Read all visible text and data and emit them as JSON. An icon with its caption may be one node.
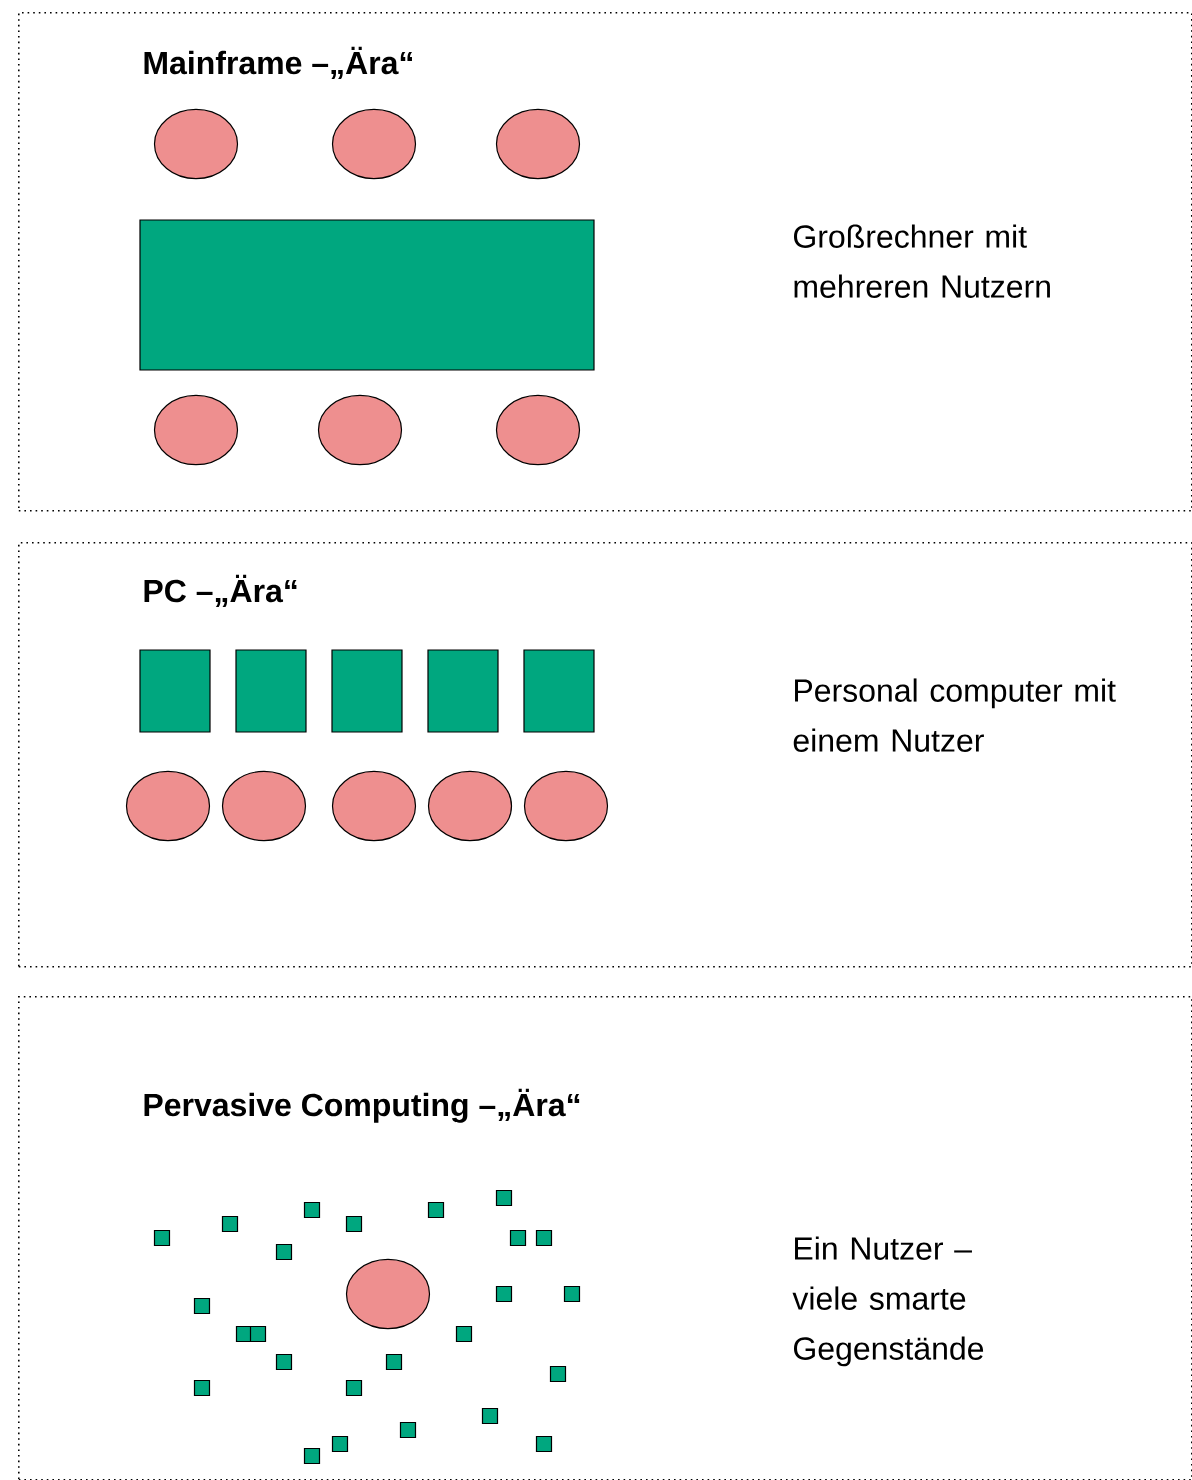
{
  "diagram": {
    "nodes": [
      {
        "text": [
          "Mainframe –„Ära“",
          "Großrechner mit mehreren Nutzern"
        ]
      },
      {
        "text": [],
        "shape": "circle",
        "in": 0
      },
      {
        "text": [],
        "shape": "circle",
        "in": 0
      },
      {
        "text": [],
        "shape": "circle",
        "in": 0
      },
      {
        "text": [],
        "shape": "box",
        "in": 0
      },
      {
        "text": [],
        "shape": "circle",
        "in": 0
      },
      {
        "text": [],
        "shape": "circle",
        "in": 0
      },
      {
        "text": [],
        "shape": "circle",
        "in": 0
      },
      {
        "text": [
          "PC –„Ära“",
          "Personal computer mit einem Nutzer"
        ]
      },
      {
        "text": [],
        "shape": "box",
        "in": 8
      },
      {
        "text": [],
        "shape": "box",
        "in": 8
      },
      {
        "text": [],
        "shape": "box",
        "in": 8
      },
      {
        "text": [],
        "shape": "box",
        "in": 8
      },
      {
        "text": [],
        "shape": "box",
        "in": 8
      },
      {
        "text": [],
        "shape": "circle",
        "in": 8
      },
      {
        "text": [],
        "shape": "circle",
        "in": 8
      },
      {
        "text": [],
        "shape": "circle",
        "in": 8
      },
      {
        "text": [],
        "shape": "circle",
        "in": 8
      },
      {
        "text": [],
        "shape": "circle",
        "in": 8
      },
      {
        "text": [
          "Pervasive Computing –„Ära“",
          "Ein Nutzer – viele smarte Gegenstände"
        ]
      },
      {
        "text": [],
        "shape": "circle",
        "in": 19
      },
      {
        "text": [],
        "shape": "box",
        "in": 19
      },
      {
        "text": [],
        "shape": "box",
        "in": 19
      },
      {
        "text": [],
        "shape": "box",
        "in": 19
      },
      {
        "text": [],
        "shape": "box",
        "in": 19
      },
      {
        "text": [],
        "shape": "box",
        "in": 19
      },
      {
        "text": [],
        "shape": "box",
        "in": 19
      },
      {
        "text": [],
        "shape": "box",
        "in": 19
      },
      {
        "text": [],
        "shape": "box",
        "in": 19
      },
      {
        "text": [],
        "shape": "box",
        "in": 19
      },
      {
        "text": [],
        "shape": "box",
        "in": 19
      },
      {
        "text": [],
        "shape": "box",
        "in": 19
      },
      {
        "text": [],
        "shape": "box",
        "in": 19
      },
      {
        "text": [],
        "shape": "box",
        "in": 19
      },
      {
        "text": [],
        "shape": "box",
        "in": 19
      },
      {
        "text": [],
        "shape": "box",
        "in": 19
      },
      {
        "text": [],
        "shape": "box",
        "in": 19
      },
      {
        "text": [],
        "shape": "box",
        "in": 19
      },
      {
        "text": [],
        "shape": "box",
        "in": 19
      },
      {
        "text": [],
        "shape": "box",
        "in": 19
      },
      {
        "text": [],
        "shape": "box",
        "in": 19
      },
      {
        "text": [],
        "shape": "box",
        "in": 19
      },
      {
        "text": [],
        "shape": "box",
        "in": 19
      },
      {
        "text": [],
        "shape": "box",
        "in": 19
      },
      {
        "text": [],
        "shape": "box",
        "in": 19
      },
      {
        "text": [],
        "shape": "box",
        "in": 19
      }
    ]
  }
}
